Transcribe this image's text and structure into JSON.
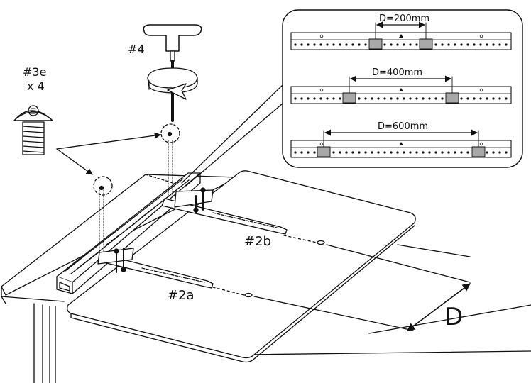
{
  "labels": {
    "screw_id": "#3e",
    "screw_qty": "x 4",
    "tool_id": "#4",
    "arm_b": "#2b",
    "arm_a": "#2a",
    "distance": "D"
  },
  "inset": {
    "rows": [
      {
        "label": "D=200mm"
      },
      {
        "label": "D=400mm"
      },
      {
        "label": "D=600mm"
      }
    ]
  },
  "colors": {
    "stroke": "#111111",
    "fill": "#ffffff",
    "clip_fill": "#a8a8a8"
  },
  "icons": {
    "screw": "button-head-screw-icon",
    "tool": "t-handle-hex-key-icon",
    "rotation": "clockwise-rotation-arrow-icon"
  }
}
